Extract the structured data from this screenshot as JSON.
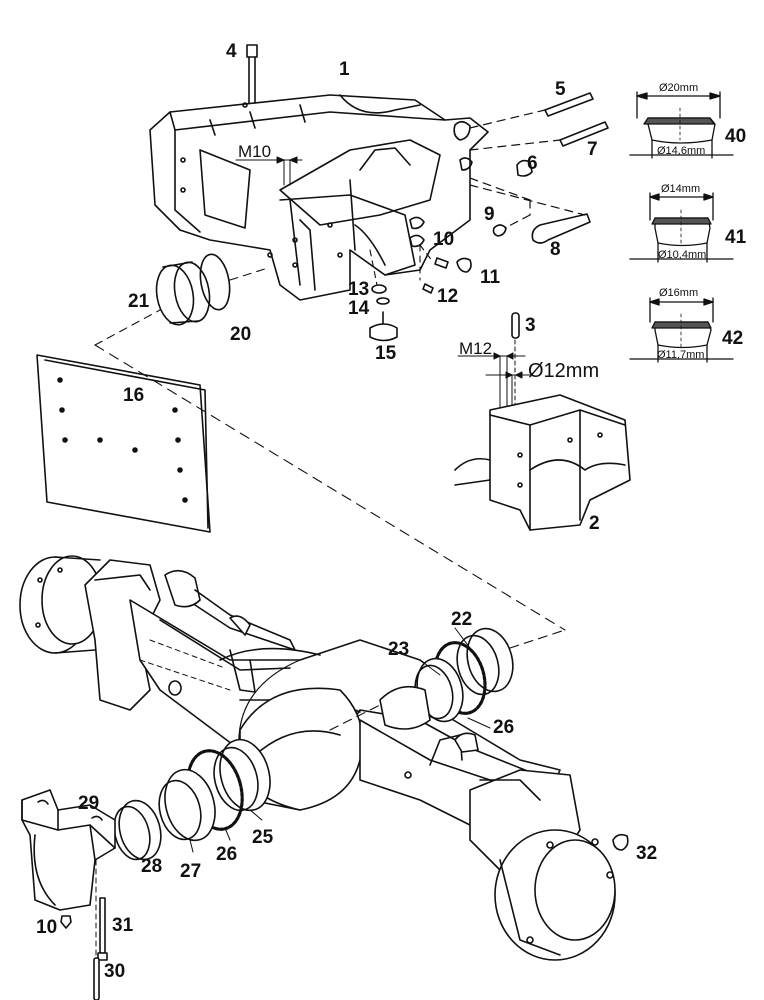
{
  "diagram": {
    "type": "exploded parts diagram",
    "subject": "Front axle support and front axle assembly",
    "callouts": [
      {
        "id": "c1",
        "label": "1",
        "part": "axle support bracket"
      },
      {
        "id": "c2",
        "label": "2",
        "part": "bracket (alternate version)"
      },
      {
        "id": "c3",
        "label": "3",
        "part": "pin"
      },
      {
        "id": "c4",
        "label": "4",
        "part": "bolt"
      },
      {
        "id": "c5",
        "label": "5",
        "part": "stud"
      },
      {
        "id": "c6",
        "label": "6",
        "part": "bushing"
      },
      {
        "id": "c7",
        "label": "7",
        "part": "stud"
      },
      {
        "id": "c8",
        "label": "8",
        "part": "bolt"
      },
      {
        "id": "c9",
        "label": "9",
        "part": "nut"
      },
      {
        "id": "c10",
        "label": "10",
        "part": "grease nipple"
      },
      {
        "id": "c11",
        "label": "11",
        "part": "plug"
      },
      {
        "id": "c12",
        "label": "12",
        "part": "fitting"
      },
      {
        "id": "c13",
        "label": "13",
        "part": "nut"
      },
      {
        "id": "c14",
        "label": "14",
        "part": "washer"
      },
      {
        "id": "c15",
        "label": "15",
        "part": "rubber mount"
      },
      {
        "id": "c16",
        "label": "16",
        "part": "plate"
      },
      {
        "id": "c20",
        "label": "20",
        "part": "ring"
      },
      {
        "id": "c21",
        "label": "21",
        "part": "bushing"
      },
      {
        "id": "c22",
        "label": "22",
        "part": "bushing"
      },
      {
        "id": "c23",
        "label": "23",
        "part": "ring"
      },
      {
        "id": "c25",
        "label": "25",
        "part": "ring"
      },
      {
        "id": "c26a",
        "label": "26",
        "part": "seal"
      },
      {
        "id": "c26b",
        "label": "26",
        "part": "seal"
      },
      {
        "id": "c27",
        "label": "27",
        "part": "bushing"
      },
      {
        "id": "c28",
        "label": "28",
        "part": "bushing"
      },
      {
        "id": "c29",
        "label": "29",
        "part": "rear support"
      },
      {
        "id": "c10b",
        "label": "10",
        "part": "grease nipple"
      },
      {
        "id": "c30",
        "label": "30",
        "part": "pin"
      },
      {
        "id": "c31",
        "label": "31",
        "part": "bolt"
      },
      {
        "id": "c32",
        "label": "32",
        "part": "nut"
      },
      {
        "id": "c40",
        "label": "40",
        "part": "plug"
      },
      {
        "id": "c41",
        "label": "41",
        "part": "plug"
      },
      {
        "id": "c42",
        "label": "42",
        "part": "plug"
      }
    ],
    "dimensions": {
      "m10": "M10",
      "m12": "M12",
      "pin_dia": "Ø12mm",
      "plug40_outer": "Ø20mm",
      "plug40_inner": "Ø14,6mm",
      "plug41_outer": "Ø14mm",
      "plug41_inner": "Ø10,4mm",
      "plug42_outer": "Ø16mm",
      "plug42_inner": "Ø11,7mm"
    }
  }
}
